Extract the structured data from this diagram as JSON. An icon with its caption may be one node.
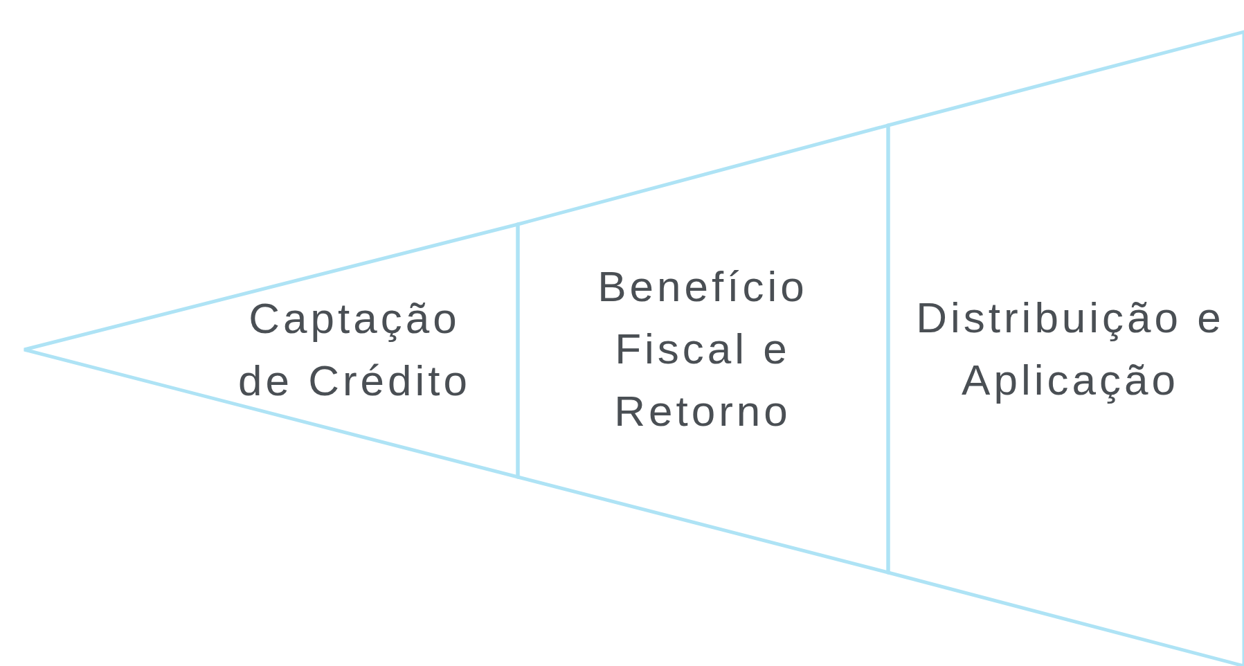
{
  "diagram": {
    "nodes": [
      {
        "text": [
          "Captação de Crédito"
        ]
      },
      {
        "text": [
          "Benefício Fiscal e Retorno"
        ]
      },
      {
        "text": [
          "Distribuição e Aplicação"
        ]
      }
    ]
  }
}
